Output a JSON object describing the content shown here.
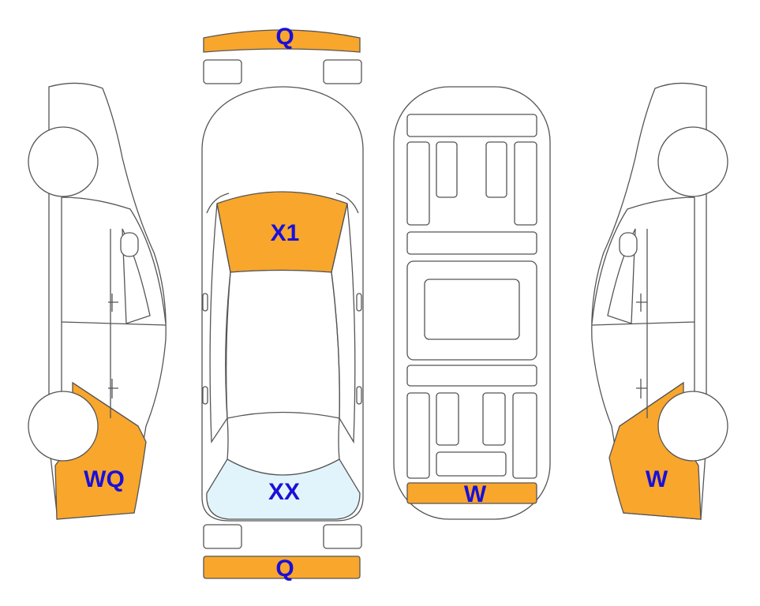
{
  "colors": {
    "damage": "#f9a62d",
    "light": "#e2f4fb",
    "outline": "#555555",
    "label": "#1a10d8"
  },
  "zones": {
    "front_bumper": "Q",
    "rear_bumper": "Q",
    "windshield": "X1",
    "rear_window": "XX",
    "underbody": "W",
    "left_rear_fender": "WQ",
    "right_rear_fender": "W"
  }
}
